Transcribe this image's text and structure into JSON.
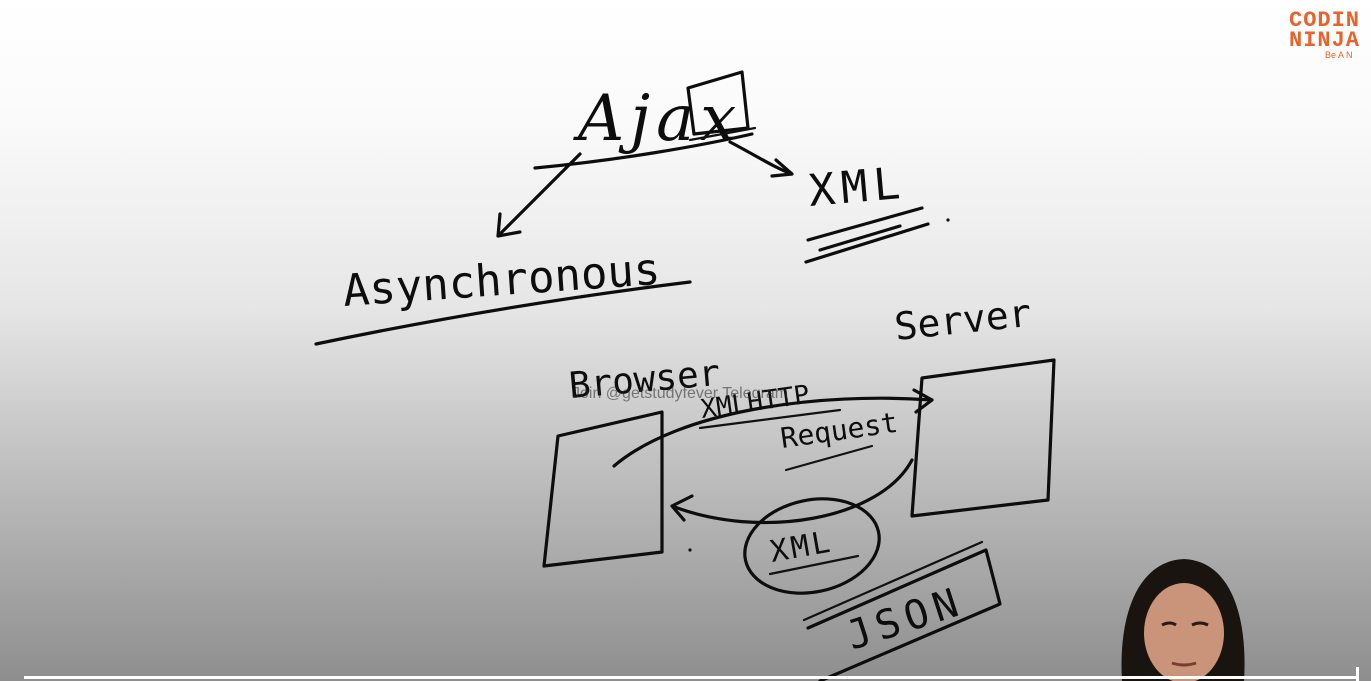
{
  "whiteboard": {
    "title_text": "Ajax",
    "title_boxed_part": "x",
    "branch_left": "Asynchronous",
    "branch_right": "XML",
    "browser_label": "Browser",
    "server_label": "Server",
    "request_line1": "XMLHTTP",
    "request_line2": "Request",
    "response_format": "XML",
    "alt_format": "JSON"
  },
  "watermark_text": "Join @getstudyfever Telegram",
  "logo": {
    "line1": "CODIN",
    "line2": "NINJA",
    "tagline": "Be A N"
  },
  "colors": {
    "ink": "#0d0d0d",
    "logo_accent": "#e8622a",
    "board_top": "#ffffff",
    "board_bottom": "#8e8e8e"
  }
}
